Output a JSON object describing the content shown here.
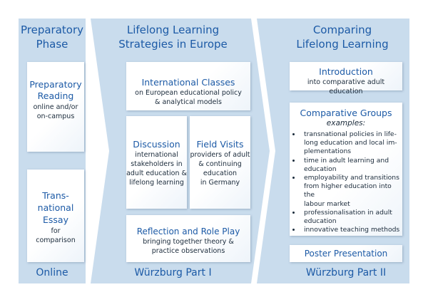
{
  "colors": {
    "panel": "#c9dced",
    "arrow": "#c9dced",
    "title": "#1c5aa6",
    "text": "#1a2a3a"
  },
  "col1": {
    "header": [
      "Preparatory",
      "Phase"
    ],
    "footer": "Online",
    "reading": {
      "title": [
        "Preparatory",
        "Reading"
      ],
      "desc": [
        "online and/or",
        "on-campus"
      ]
    },
    "essay": {
      "title": [
        "Trans-",
        "national",
        "Essay"
      ],
      "desc": [
        "for",
        "comparison"
      ]
    }
  },
  "col2": {
    "header": [
      "Lifelong Learning",
      "Strategies in Europe"
    ],
    "footer": "Würzburg Part I",
    "classes": {
      "title": "International Classes",
      "desc": [
        "on European educational policy",
        "& analytical models"
      ]
    },
    "discussion": {
      "title": "Discussion",
      "desc": [
        "international",
        "stakeholders in",
        "adult education &",
        "lifelong learning"
      ]
    },
    "visits": {
      "title": "Field Visits",
      "desc": [
        "providers of adult",
        "& continuing",
        "education",
        "in Germany"
      ]
    },
    "reflection": {
      "title": "Reflection and Role Play",
      "desc": [
        "bringing together theory &",
        "practice observations"
      ]
    }
  },
  "col3": {
    "header": [
      "Comparing",
      "Lifelong Learning"
    ],
    "footer": "Würzburg Part II",
    "intro": {
      "title": "Introduction",
      "desc": "into comparative adult education"
    },
    "groups": {
      "title": "Comparative Groups",
      "subtitle": "examples:",
      "items": [
        [
          "transnational policies in life-",
          "long education and local im-",
          "plementations"
        ],
        [
          "time in adult learning and",
          "education"
        ],
        [
          "employability and transitions",
          "from higher education into the",
          "labour market"
        ],
        [
          "professionalisation in adult",
          "education"
        ],
        [
          "innovative teaching methods"
        ]
      ]
    },
    "poster": {
      "title": "Poster Presentation"
    }
  }
}
